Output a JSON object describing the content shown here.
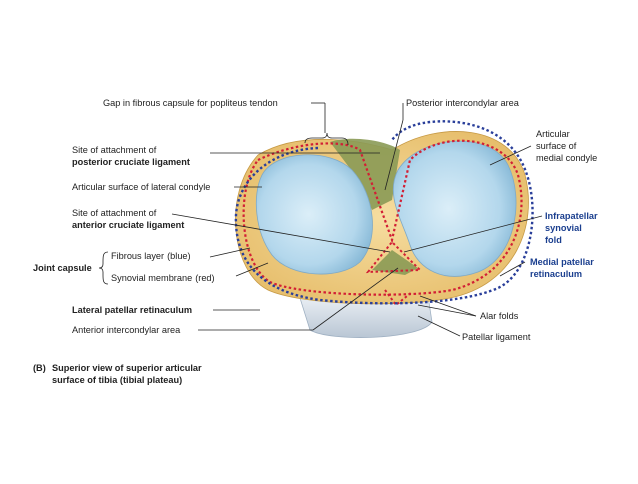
{
  "labels": {
    "gap_popliteus": "Gap in fibrous capsule for popliteus tendon",
    "posterior_intercondylar": "Posterior intercondylar area",
    "pcl_line1": "Site of attachment of",
    "pcl_line2": "posterior cruciate ligament",
    "lateral_condyle": "Articular surface of lateral condyle",
    "acl_line1": "Site of attachment of",
    "acl_line2": "anterior cruciate ligament",
    "joint_capsule": "Joint capsule",
    "fibrous_layer": "Fibrous layer",
    "fibrous_layer_note": "(blue)",
    "synovial_membrane": "Synovial membrane",
    "synovial_membrane_note": "(red)",
    "lateral_retinaculum": "Lateral patellar retinaculum",
    "anterior_intercondylar": "Anterior intercondylar area",
    "medial_line1": "Articular",
    "medial_line2": "surface of",
    "medial_line3": "medial condyle",
    "infrapatellar_line1": "Infrapatellar",
    "infrapatellar_line2": "synovial",
    "infrapatellar_line3": "fold",
    "medial_retinaculum_line1": "Medial patellar",
    "medial_retinaculum_line2": "retinaculum",
    "alar_folds": "Alar folds",
    "patellar_ligament": "Patellar ligament"
  },
  "caption": {
    "letter": "(B)",
    "line1": "Superior view of superior articular",
    "line2": "surface of tibia (tibial plateau)"
  },
  "colors": {
    "fibrous_layer": "#2a3f9a",
    "synovial_membrane": "#d21f35",
    "tibia_rim": "#f0cf8a",
    "condyle_fill": "#b9dbef",
    "intercondylar_green": "#8a9a55",
    "label_blue": "#1b3f8f"
  }
}
